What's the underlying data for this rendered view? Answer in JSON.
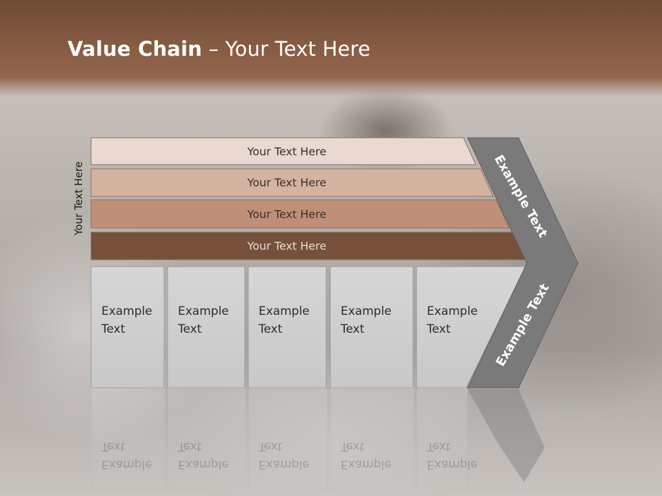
{
  "title": {
    "bold": "Value Chain",
    "rest": " – Your Text Here"
  },
  "side_label": "Your Text Here",
  "rows": [
    {
      "label": "Your Text Here",
      "fill": "#ead9d0"
    },
    {
      "label": "Your Text Here",
      "fill": "#d4b3a1"
    },
    {
      "label": "Your Text Here",
      "fill": "#bf8f78"
    },
    {
      "label": "Your Text Here",
      "fill": "#76503b"
    }
  ],
  "cells": [
    {
      "label": "Example\nText"
    },
    {
      "label": "Example\nText"
    },
    {
      "label": "Example\nText"
    },
    {
      "label": "Example\nText"
    },
    {
      "label": "Example\nText"
    }
  ],
  "arrow": {
    "upper_label": "Example Text",
    "lower_label": "Example Text",
    "fill": "#7a7a7a"
  },
  "colors": {
    "header": "#8a5e45",
    "cell_fill": "#d2d2d2",
    "cell_border": "#9a9a9a"
  }
}
